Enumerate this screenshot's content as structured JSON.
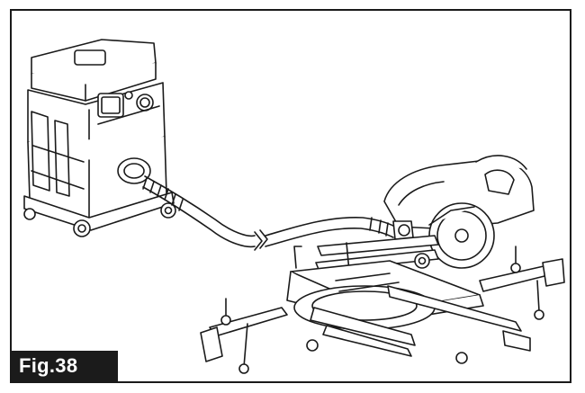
{
  "figure": {
    "label": "Fig.38"
  },
  "illustration": {
    "subjects": [
      "vacuum-cleaner",
      "dust-hose",
      "slide-compound-miter-saw"
    ],
    "line_color": "#1a1a1a",
    "fill_color": "#ffffff"
  }
}
